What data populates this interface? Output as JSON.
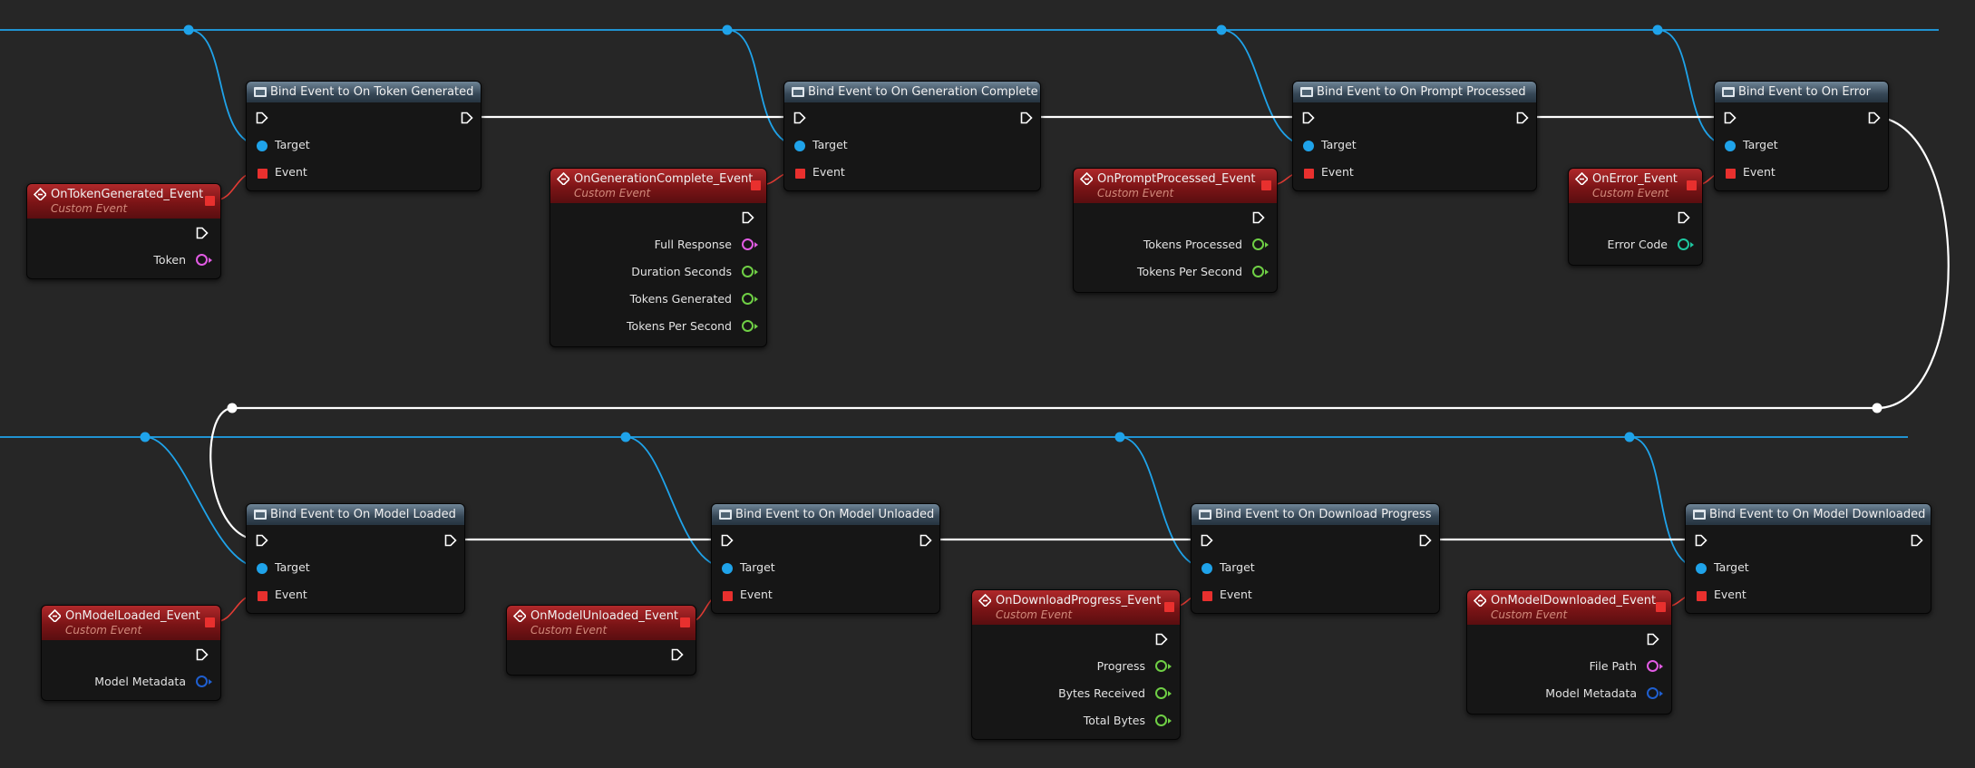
{
  "colors": {
    "background": "#262626",
    "exec_wire": "#ffffff",
    "object_wire": "#1fa3ea",
    "delegate_wire": "#e23b34",
    "string_pin": "#e25be4",
    "float_pin": "#6fcf45",
    "int_pin": "#1ec7a0",
    "struct_pin": "#1f5fd0"
  },
  "bind_nodes": [
    {
      "title": "Bind Event to On Token Generated",
      "target_label": "Target",
      "event_label": "Event"
    },
    {
      "title": "Bind Event to On Generation Complete",
      "target_label": "Target",
      "event_label": "Event"
    },
    {
      "title": "Bind Event to On Prompt Processed",
      "target_label": "Target",
      "event_label": "Event"
    },
    {
      "title": "Bind Event to On Error",
      "target_label": "Target",
      "event_label": "Event"
    },
    {
      "title": "Bind Event to On Model Loaded",
      "target_label": "Target",
      "event_label": "Event"
    },
    {
      "title": "Bind Event to On Model Unloaded",
      "target_label": "Target",
      "event_label": "Event"
    },
    {
      "title": "Bind Event to On Download Progress",
      "target_label": "Target",
      "event_label": "Event"
    },
    {
      "title": "Bind Event to On Model Downloaded",
      "target_label": "Target",
      "event_label": "Event"
    }
  ],
  "event_nodes": [
    {
      "title": "OnTokenGenerated_Event",
      "subtitle": "Custom Event",
      "params": [
        {
          "label": "Token",
          "type": "string"
        }
      ]
    },
    {
      "title": "OnGenerationComplete_Event",
      "subtitle": "Custom Event",
      "params": [
        {
          "label": "Full Response",
          "type": "string"
        },
        {
          "label": "Duration Seconds",
          "type": "float"
        },
        {
          "label": "Tokens Generated",
          "type": "float"
        },
        {
          "label": "Tokens Per Second",
          "type": "float"
        }
      ]
    },
    {
      "title": "OnPromptProcessed_Event",
      "subtitle": "Custom Event",
      "params": [
        {
          "label": "Tokens Processed",
          "type": "float"
        },
        {
          "label": "Tokens Per Second",
          "type": "float"
        }
      ]
    },
    {
      "title": "OnError_Event",
      "subtitle": "Custom Event",
      "params": [
        {
          "label": "Error Code",
          "type": "int"
        }
      ]
    },
    {
      "title": "OnModelLoaded_Event",
      "subtitle": "Custom Event",
      "params": [
        {
          "label": "Model Metadata",
          "type": "struct"
        }
      ]
    },
    {
      "title": "OnModelUnloaded_Event",
      "subtitle": "Custom Event",
      "params": []
    },
    {
      "title": "OnDownloadProgress_Event",
      "subtitle": "Custom Event",
      "params": [
        {
          "label": "Progress",
          "type": "float"
        },
        {
          "label": "Bytes Received",
          "type": "float"
        },
        {
          "label": "Total Bytes",
          "type": "float"
        }
      ]
    },
    {
      "title": "OnModelDownloaded_Event",
      "subtitle": "Custom Event",
      "params": [
        {
          "label": "File Path",
          "type": "string"
        },
        {
          "label": "Model Metadata",
          "type": "struct"
        }
      ]
    }
  ]
}
